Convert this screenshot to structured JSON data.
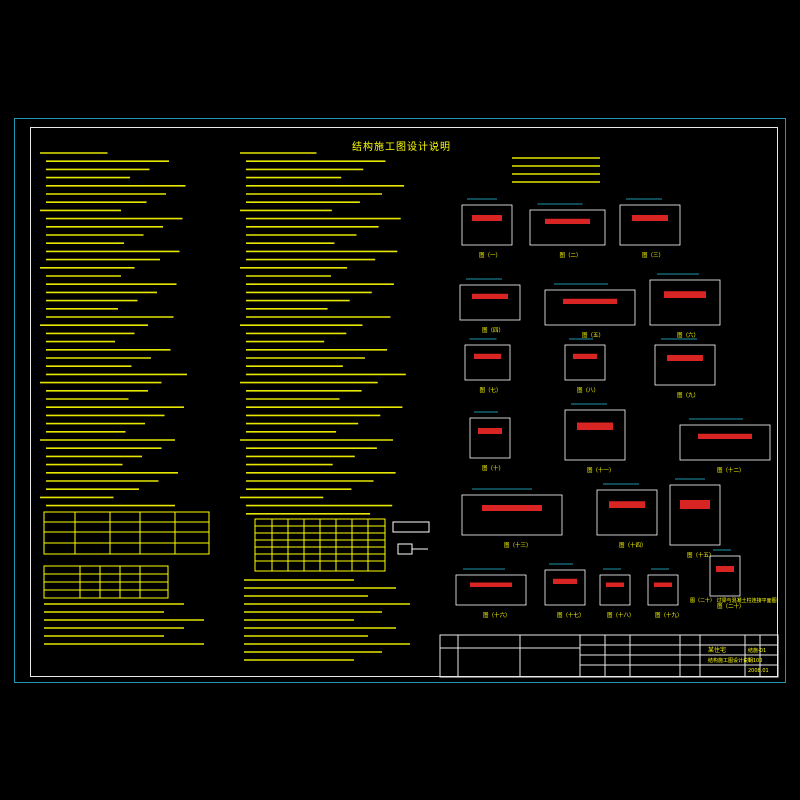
{
  "drawing": {
    "title": "结构施工图设计说明",
    "detail_labels": [
      "图（一）",
      "图（二）",
      "图（三）",
      "图（四）",
      "图（五）",
      "图（六）",
      "图（七）",
      "图（八）",
      "图（九）",
      "图（十）",
      "图（十一）",
      "图（十二）",
      "图（十三）",
      "图（十四）",
      "图（十五）",
      "图（十六）",
      "图（十七）",
      "图（十八）",
      "图（十九）",
      "图（二十）"
    ],
    "detail_caption_last": "图（二十）  过梁与混凝土柱连接平面图",
    "title_block": {
      "project": "某住宅",
      "sheet_name": "结构施工图设计说明",
      "sheet_no": "结施-01",
      "scale": "1:100",
      "date": "2008.01"
    }
  },
  "colors": {
    "background": "#000000",
    "frame": "#1d9ab0",
    "text": "#ffff00",
    "detail": "#ff2a2a",
    "line": "#ffffff",
    "cyan": "#29c8e0",
    "green": "#3bd14a"
  }
}
